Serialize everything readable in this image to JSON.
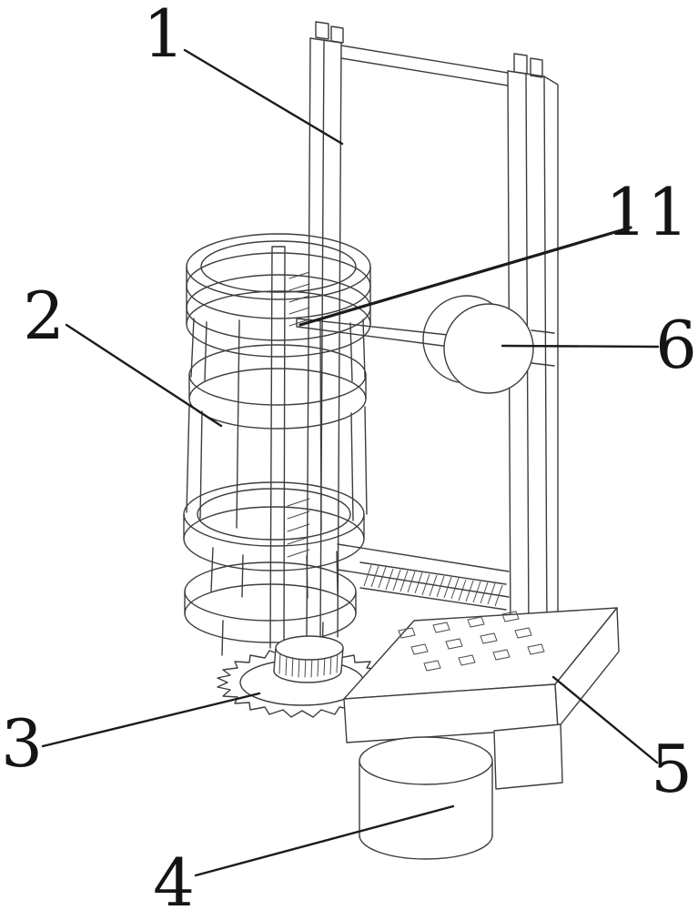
{
  "figure": {
    "type": "patent-line-drawing",
    "background": "#ffffff",
    "line_color": "#3d3d3d",
    "label_color": "#141414"
  },
  "labels": {
    "part1": "1",
    "part2": "2",
    "part3": "3",
    "part4": "4",
    "part5": "5",
    "part6": "6",
    "part11": "11"
  }
}
